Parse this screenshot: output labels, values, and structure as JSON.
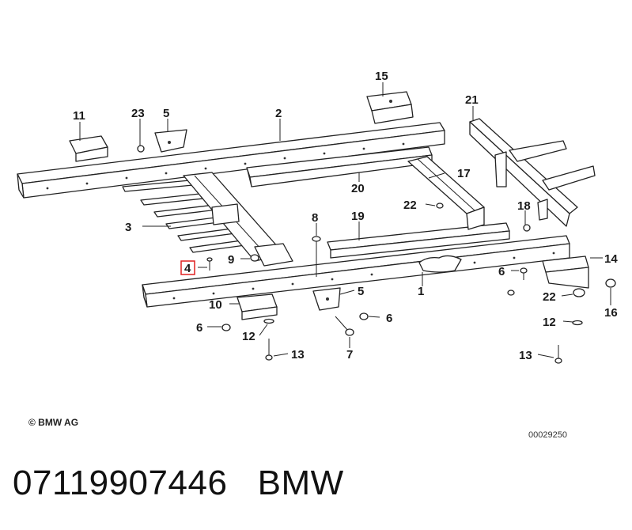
{
  "diagram": {
    "copyright": "© BMW AG",
    "image_code": "00029250",
    "highlighted_callout": "4",
    "callouts": {
      "c1": "1",
      "c2": "2",
      "c3": "3",
      "c4": "4",
      "c5a": "5",
      "c5b": "5",
      "c6a": "6",
      "c6b": "6",
      "c6c": "6",
      "c7": "7",
      "c9": "9",
      "c10": "10",
      "c11": "11",
      "c12a": "12",
      "c12b": "12",
      "c13a": "13",
      "c13b": "13",
      "c14": "14",
      "c15": "15",
      "c16": "16",
      "c17": "17",
      "c18": "18",
      "c19": "19",
      "c20": "20",
      "c21": "21",
      "c22a": "22",
      "c22b": "22",
      "c23": "23",
      "c8": "8"
    }
  },
  "caption": {
    "part_number": "07119907446",
    "brand": "BMW"
  }
}
